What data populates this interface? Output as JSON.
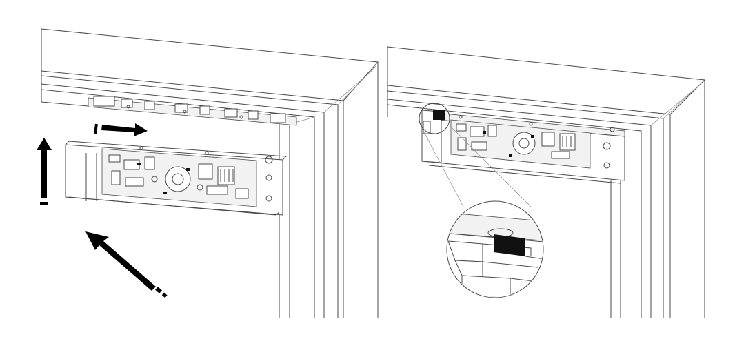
{
  "figure": {
    "panels": [
      {
        "id": "left",
        "step": "slide-and-lift-controller-onto-frame"
      },
      {
        "id": "right",
        "step": "controller-mounted-with-detail-zoom"
      }
    ],
    "colors": {
      "line": "#4a4a4a",
      "arrow": "#000000",
      "highlight": "#111111",
      "background": "#ffffff"
    },
    "icons": [
      "arrow-right-icon",
      "arrow-up-icon",
      "arrow-diagonal-icon",
      "magnifier-detail-icon"
    ]
  }
}
